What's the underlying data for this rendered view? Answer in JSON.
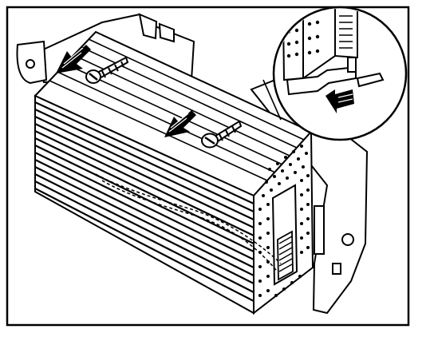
{
  "diagram": {
    "subject": "amplifier-module",
    "colors": {
      "ink": "#000000",
      "paper": "#ffffff"
    },
    "callouts": [
      {
        "name": "screw-upper",
        "icon": "screw-icon"
      },
      {
        "name": "screw-lower",
        "icon": "screw-icon"
      },
      {
        "name": "arrow-upper",
        "icon": "arrow-icon"
      },
      {
        "name": "arrow-middle",
        "icon": "arrow-icon"
      },
      {
        "name": "arrow-detail",
        "icon": "arrow-icon"
      }
    ],
    "detail_inset": {
      "icon": "magnifier-circle"
    }
  }
}
